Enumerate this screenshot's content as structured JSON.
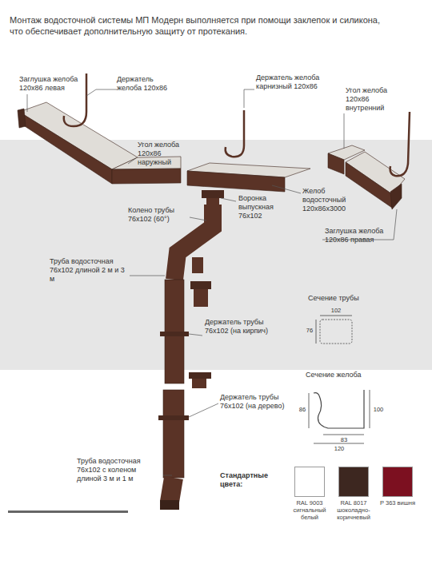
{
  "diagram": {
    "labels": [
      "Монтаж водосточной системы МП Модерн выполняется при помощи заклепок и силикона, что обеспечивает дополнительную защиту от протекания.",
      "Заглушка желоба 120x86 левая",
      "Держатель желоба 120x86",
      "Держатель желоба карнизный 120x86",
      "Угол желоба 120x86 внутренний",
      "Угол желоба 120x86 наружный",
      "Воронка выпускная 76x102",
      "Желоб водосточный 120x86x3000",
      "Колено трубы 76x102 (60°)",
      "Заглушка желоба 120x86 правая",
      "Труба водосточная 76x102 длиной 2 м и 3 м",
      "Держатель трубы 76x102 (на кирпич)",
      "Сечение трубы",
      "102",
      "76",
      "Сечение желоба",
      "Держатель трубы 76x102 (на дерево)",
      "86",
      "100",
      "83",
      "120",
      "Труба водосточная 76x102 с коленом длиной 3 м и 1 м",
      "Стандартные цвета:"
    ],
    "legend": [
      {
        "text": "RAL 9003 сигнальный белый",
        "color": "#ffffff"
      },
      {
        "text": "RAL 8017 шоколадно-коричневый",
        "color": "#3d2720"
      },
      {
        "text": "P 363 вишня",
        "color": "#7c1020"
      }
    ]
  }
}
